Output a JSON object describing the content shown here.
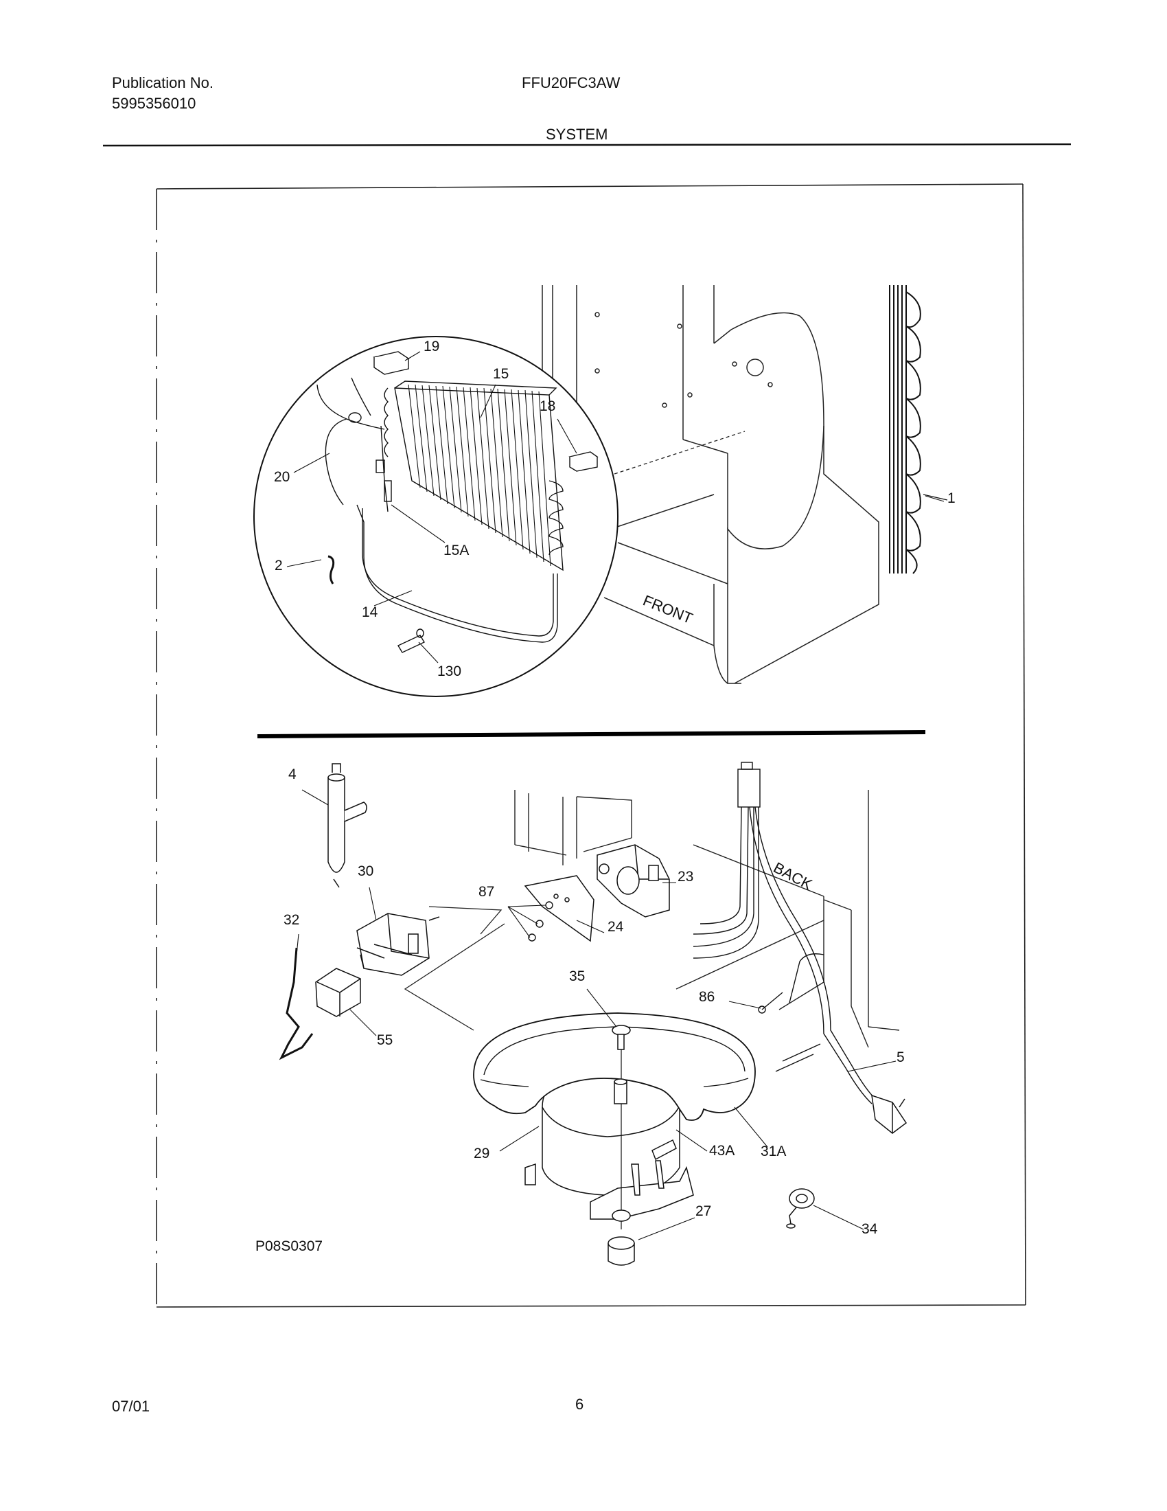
{
  "header": {
    "publication_label": "Publication No.",
    "publication_number": "5995356010",
    "model": "FFU20FC3AW",
    "section": "SYSTEM"
  },
  "footer": {
    "date": "07/01",
    "page_number": "6"
  },
  "diagram": {
    "drawing_code": "P08S0307",
    "orientation_labels": {
      "front": "FRONT",
      "back": "BACK"
    },
    "part_callouts": [
      "1",
      "2",
      "14",
      "15",
      "15A",
      "18",
      "19",
      "20",
      "130",
      "4",
      "5",
      "23",
      "24",
      "27",
      "29",
      "30",
      "31A",
      "32",
      "34",
      "35",
      "43A",
      "55",
      "86",
      "87"
    ]
  }
}
